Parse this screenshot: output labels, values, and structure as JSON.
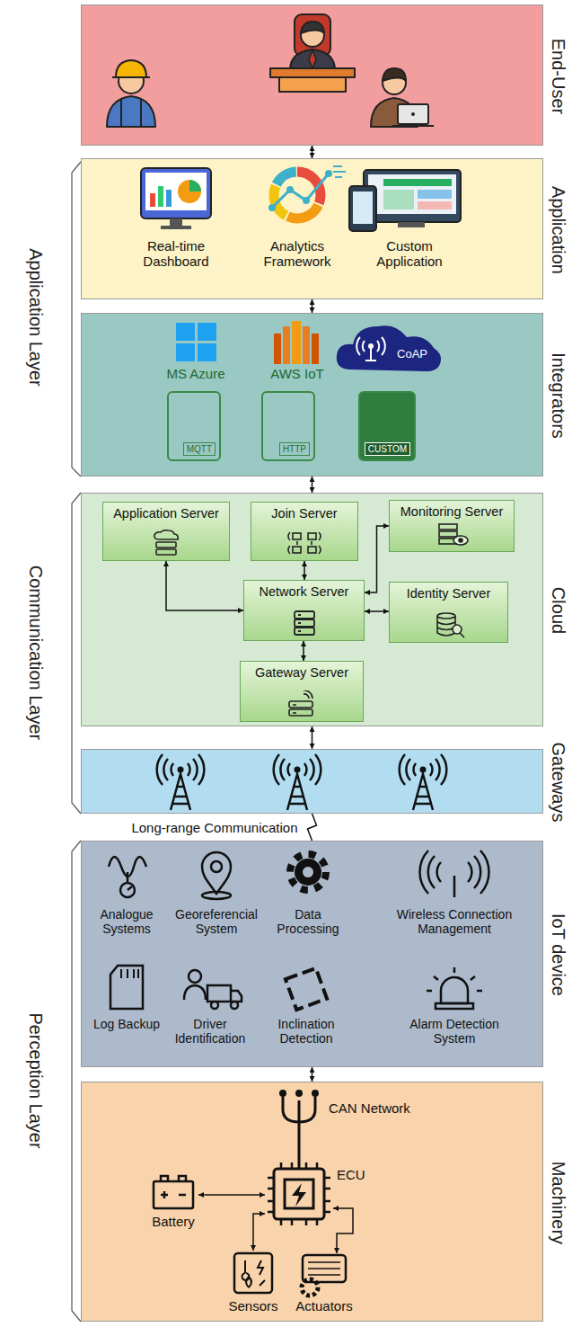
{
  "diagram": {
    "nodes": [
      {
        "text": [
          "End-User"
        ]
      },
      {
        "text": [
          "Application"
        ]
      },
      {
        "text": [
          "Integrators"
        ]
      },
      {
        "text": [
          "MQTT"
        ],
        "in": 2
      },
      {
        "text": [
          "HTTP"
        ],
        "in": 2
      },
      {
        "text": [
          "CUSTOM"
        ],
        "in": 2
      },
      {
        "text": [
          "Cloud"
        ]
      },
      {
        "text": [
          "Application Server"
        ],
        "in": 6
      },
      {
        "text": [
          "Join Server"
        ],
        "in": 6
      },
      {
        "text": [
          "Monitoring Server"
        ],
        "in": 6
      },
      {
        "text": [
          "Network Server"
        ],
        "in": 6
      },
      {
        "text": [
          "Identity Server"
        ],
        "in": 6
      },
      {
        "text": [
          "Gateway Server"
        ],
        "in": 6
      },
      {
        "text": [
          "Gateways"
        ]
      },
      {
        "text": [
          "IoT device"
        ]
      },
      {
        "text": [
          "Machinery"
        ]
      }
    ],
    "edges": [
      {
        "from": 0,
        "to": 1,
        "arrow": "both"
      },
      {
        "from": 1,
        "to": 2,
        "arrow": "both"
      },
      {
        "from": 2,
        "to": 6,
        "arrow": "both"
      },
      {
        "from": 7,
        "to": 10,
        "arrow": "both"
      },
      {
        "from": 8,
        "to": 10,
        "arrow": "both"
      },
      {
        "from": 10,
        "to": 9,
        "arrow": "both"
      },
      {
        "from": 10,
        "to": 11,
        "arrow": "both"
      },
      {
        "from": 10,
        "to": 12,
        "arrow": "both"
      },
      {
        "from": 6,
        "to": 13,
        "arrow": "both"
      },
      {
        "from": 13,
        "to": 14,
        "arrow": "none",
        "label": "Long-range Communication"
      },
      {
        "from": 14,
        "to": 15,
        "arrow": "both"
      }
    ],
    "labels": [
      "Application Layer",
      "Communication Layer",
      "Perception Layer",
      "Real-time Dashboard",
      "Analytics Framework",
      "Custom Application",
      "MS Azure",
      "AWS IoT",
      "CoAP",
      "Analogue Systems",
      "Georeferencial System",
      "Data Processing",
      "Wireless Connection Management",
      "Log Backup",
      "Driver Identification",
      "Inclination Detection",
      "Alarm Detection System",
      "CAN Network",
      "ECU",
      "Battery",
      "Sensors",
      "Actuators"
    ]
  }
}
